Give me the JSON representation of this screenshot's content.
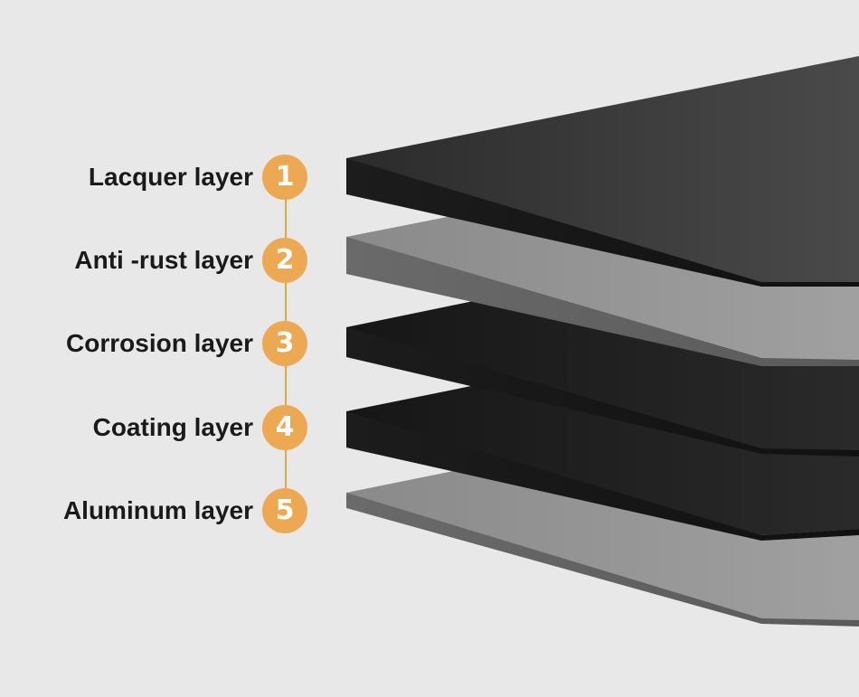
{
  "layers": [
    {
      "number": "1",
      "label": "Lacquer layer"
    },
    {
      "number": "2",
      "label": "Anti -rust layer"
    },
    {
      "number": "3",
      "label": "Corrosion layer"
    },
    {
      "number": "4",
      "label": "Coating layer"
    },
    {
      "number": "5",
      "label": "Aluminum layer"
    }
  ],
  "colors": {
    "background": "#e8e8e8",
    "badge": "#eda852",
    "connector": "#e2a550",
    "label_text": "#1a1a1a"
  }
}
